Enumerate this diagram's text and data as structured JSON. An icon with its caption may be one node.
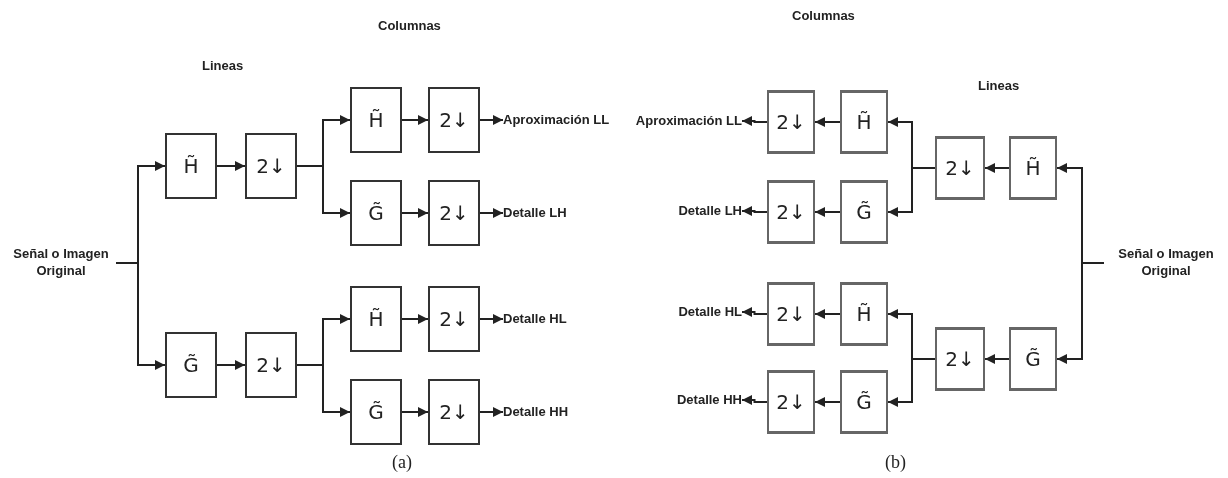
{
  "diagram": {
    "nodes": [
      {
        "text": [
          "Señal o Imagen Original"
        ]
      },
      {
        "text": [
          "H̃"
        ]
      },
      {
        "text": [
          "2↓"
        ]
      },
      {
        "text": [
          "H̃"
        ]
      },
      {
        "text": [
          "2↓"
        ]
      },
      {
        "text": [
          "Aproximación LL"
        ]
      },
      {
        "text": [
          "G̃"
        ]
      },
      {
        "text": [
          "2↓"
        ]
      },
      {
        "text": [
          "Detalle LH"
        ]
      },
      {
        "text": [
          "G̃"
        ]
      },
      {
        "text": [
          "2↓"
        ]
      },
      {
        "text": [
          "H̃"
        ]
      },
      {
        "text": [
          "2↓"
        ]
      },
      {
        "text": [
          "Detalle HL"
        ]
      },
      {
        "text": [
          "G̃"
        ]
      },
      {
        "text": [
          "2↓"
        ]
      },
      {
        "text": [
          "Detalle HH"
        ]
      },
      {
        "text": [
          "Señal o Imagen Original"
        ]
      },
      {
        "text": [
          "H̃"
        ]
      },
      {
        "text": [
          "2↓"
        ]
      },
      {
        "text": [
          "H̃"
        ]
      },
      {
        "text": [
          "2↓"
        ]
      },
      {
        "text": [
          "Aproximación LL"
        ]
      },
      {
        "text": [
          "G̃"
        ]
      },
      {
        "text": [
          "2↓"
        ]
      },
      {
        "text": [
          "Detalle LH"
        ]
      },
      {
        "text": [
          "G̃"
        ]
      },
      {
        "text": [
          "2↓"
        ]
      },
      {
        "text": [
          "H̃"
        ]
      },
      {
        "text": [
          "2↓"
        ]
      },
      {
        "text": [
          "Detalle HL"
        ]
      },
      {
        "text": [
          "G̃"
        ]
      },
      {
        "text": [
          "2↓"
        ]
      },
      {
        "text": [
          "Detalle HH"
        ]
      }
    ],
    "edges": [
      {
        "from": 0,
        "to": 1,
        "arrow": "to"
      },
      {
        "from": 0,
        "to": 9,
        "arrow": "to"
      },
      {
        "from": 1,
        "to": 2,
        "arrow": "to"
      },
      {
        "from": 2,
        "to": 3,
        "arrow": "to"
      },
      {
        "from": 2,
        "to": 6,
        "arrow": "to"
      },
      {
        "from": 3,
        "to": 4,
        "arrow": "to"
      },
      {
        "from": 4,
        "to": 5,
        "arrow": "to"
      },
      {
        "from": 6,
        "to": 7,
        "arrow": "to"
      },
      {
        "from": 7,
        "to": 8,
        "arrow": "to"
      },
      {
        "from": 9,
        "to": 10,
        "arrow": "to"
      },
      {
        "from": 10,
        "to": 11,
        "arrow": "to"
      },
      {
        "from": 10,
        "to": 14,
        "arrow": "to"
      },
      {
        "from": 11,
        "to": 12,
        "arrow": "to"
      },
      {
        "from": 12,
        "to": 13,
        "arrow": "to"
      },
      {
        "from": 14,
        "to": 15,
        "arrow": "to"
      },
      {
        "from": 15,
        "to": 16,
        "arrow": "to"
      },
      {
        "from": 17,
        "to": 18,
        "arrow": "to"
      },
      {
        "from": 17,
        "to": 26,
        "arrow": "to"
      },
      {
        "from": 18,
        "to": 19,
        "arrow": "to"
      },
      {
        "from": 19,
        "to": 20,
        "arrow": "to"
      },
      {
        "from": 19,
        "to": 23,
        "arrow": "to"
      },
      {
        "from": 20,
        "to": 21,
        "arrow": "to"
      },
      {
        "from": 21,
        "to": 22,
        "arrow": "to"
      },
      {
        "from": 23,
        "to": 24,
        "arrow": "to"
      },
      {
        "from": 24,
        "to": 25,
        "arrow": "to"
      },
      {
        "from": 26,
        "to": 27,
        "arrow": "to"
      },
      {
        "from": 27,
        "to": 28,
        "arrow": "to"
      },
      {
        "from": 27,
        "to": 31,
        "arrow": "to"
      },
      {
        "from": 28,
        "to": 29,
        "arrow": "to"
      },
      {
        "from": 29,
        "to": 30,
        "arrow": "to"
      },
      {
        "from": 31,
        "to": 32,
        "arrow": "to"
      },
      {
        "from": 32,
        "to": 33,
        "arrow": "to"
      }
    ],
    "labels": [
      "Columnas",
      "Lineas",
      "(a)",
      "Columnas",
      "Lineas",
      "(b)"
    ]
  }
}
